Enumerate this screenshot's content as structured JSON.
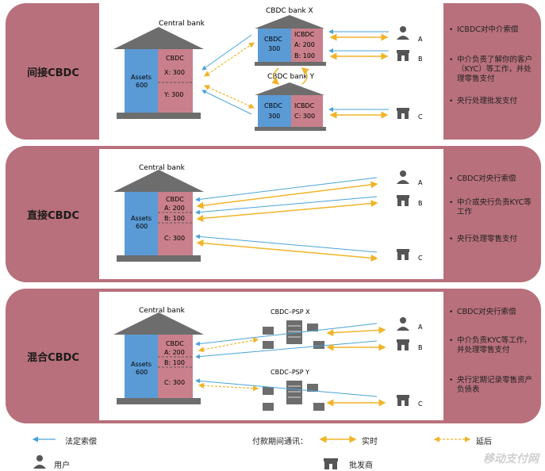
{
  "panels": [
    {
      "label": "间接CBDC",
      "central": {
        "title": "Central bank",
        "assets": "Assets",
        "assets_value": "600",
        "liab_title": "CBDC",
        "liab_1": "X: 300",
        "liab_2": "Y: 300"
      },
      "bank_x": {
        "title": "CBDC bank X",
        "left_title": "CBDC",
        "left_value": "300",
        "right_title": "ICBDC",
        "right_1": "A: 200",
        "right_2": "B: 100"
      },
      "bank_y": {
        "title": "CBDC bank Y",
        "left_title": "CBDC",
        "left_value": "300",
        "right_title": "ICBDC",
        "right_1": "C: 300"
      },
      "users": [
        "A",
        "B",
        "C"
      ],
      "notes": [
        "ICBDC对中介索偿",
        "中介负责了解你的客户（KYC）等工作，并处理零售支付",
        "央行处理批发支付"
      ]
    },
    {
      "label": "直接CBDC",
      "central": {
        "title": "Central bank",
        "assets": "Assets",
        "assets_value": "600",
        "liab_title": "CBDC",
        "liab_1": "A: 200",
        "liab_2": "B: 100",
        "liab_3": "C: 300"
      },
      "users": [
        "A",
        "B",
        "C"
      ],
      "notes": [
        "CBDC对央行索偿",
        "中介或央行负责KYC等工作",
        "央行处理零售支付"
      ]
    },
    {
      "label": "混合CBDC",
      "central": {
        "title": "Central bank",
        "assets": "Assets",
        "assets_value": "600",
        "liab_title": "CBDC",
        "liab_1": "A: 200",
        "liab_2": "B: 100",
        "liab_3": "C: 300"
      },
      "psp_x": "CBDC–PSP X",
      "psp_y": "CBDC–PSP Y",
      "users": [
        "A",
        "B",
        "C"
      ],
      "notes": [
        "CBDC对央行索偿",
        "中介负责KYC等工作，并处理零售支付",
        "央行定期记录零售资产负债表"
      ]
    }
  ],
  "legend": {
    "claim": "法定索偿",
    "comm": "付款期间通讯：",
    "realtime": "实时",
    "delayed": "延后",
    "user": "用户",
    "merchant": "批发商"
  },
  "watermark": "移动支付网",
  "colors": {
    "panel": "#b8707c",
    "blue": "#5b9bd5",
    "pink": "#c9808c",
    "roof": "#6d6d6d",
    "claim_arrow": "#4aa3d8",
    "comm_arrow": "#f0b429"
  }
}
